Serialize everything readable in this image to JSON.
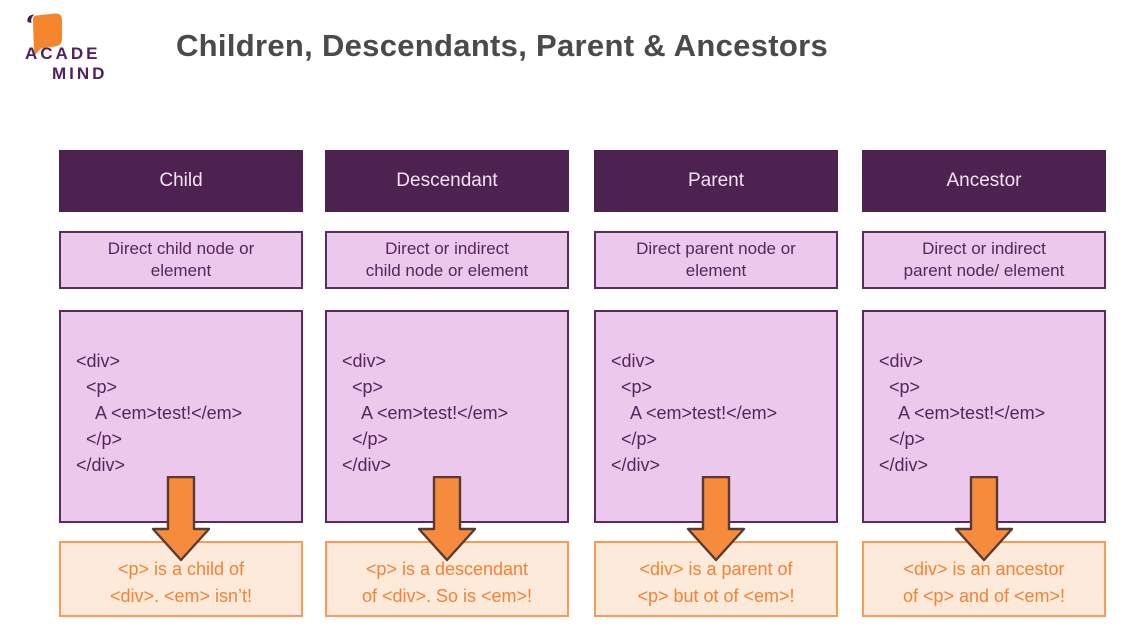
{
  "logo": {
    "line1": "ACADE",
    "line2": "MIND"
  },
  "title": "Children, Descendants, Parent & Ancestors",
  "colors": {
    "header_bg": "#4e2250",
    "header_text": "#f2e2f2",
    "purple_box_bg": "#ecc8ec",
    "purple_border": "#5b2a5e",
    "purple_text": "#53275a",
    "arrow_fill": "#f68b3e",
    "arrow_outline": "#5a3a30",
    "orange_box_bg": "#fdeada",
    "orange_border": "#f79b57",
    "orange_text": "#f58233",
    "title_text": "#4a4a4c",
    "logo_purple": "#4f2163",
    "logo_orange": "#f6862e"
  },
  "columns": [
    {
      "header": "Child",
      "description": "Direct child node or\nelement",
      "code": "<div>\n  <p>\n    A <em>test!</em>\n  </p>\n</div>",
      "conclusion": "<p> is a child of\n<div>. <em> isn’t!"
    },
    {
      "header": "Descendant",
      "description": "Direct or indirect\nchild node or element",
      "code": "<div>\n  <p>\n    A <em>test!</em>\n  </p>\n</div>",
      "conclusion": "<p> is a descendant\nof <div>. So is <em>!"
    },
    {
      "header": "Parent",
      "description": "Direct parent node or\nelement",
      "code": "<div>\n  <p>\n    A <em>test!</em>\n  </p>\n</div>",
      "conclusion": "<div> is a parent of\n<p> but ot of <em>!"
    },
    {
      "header": "Ancestor",
      "description": "Direct or indirect\nparent node/ element",
      "code": "<div>\n  <p>\n    A <em>test!</em>\n  </p>\n</div>",
      "conclusion": "<div> is an ancestor\nof <p> and of <em>!"
    }
  ]
}
